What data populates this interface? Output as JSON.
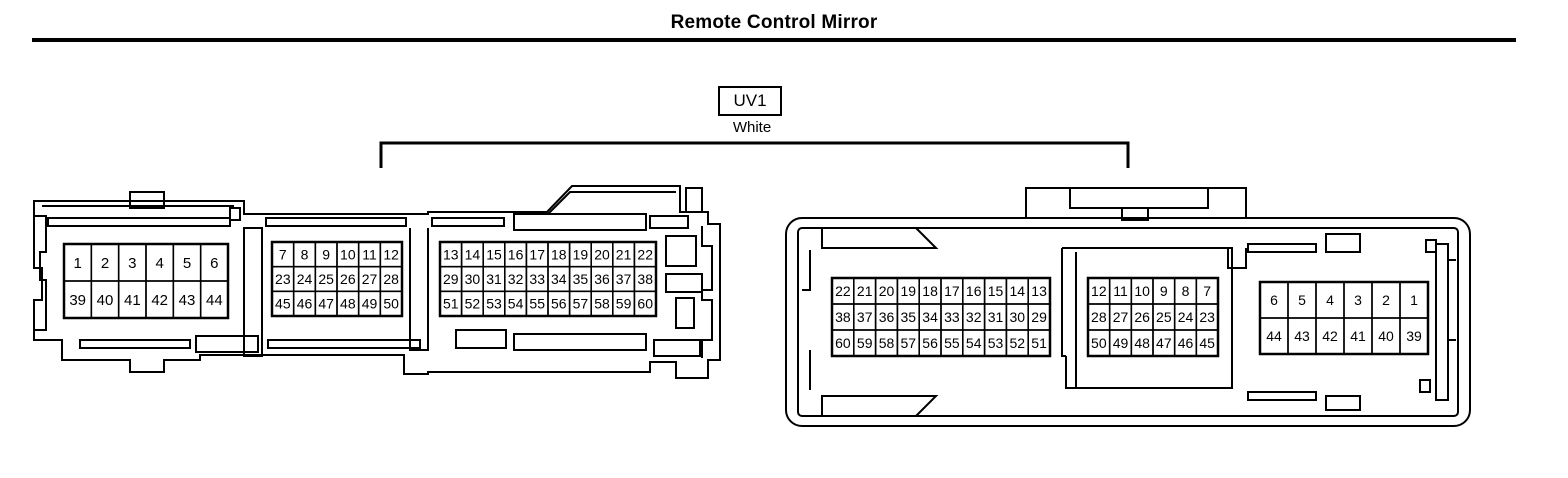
{
  "title": "Remote Control Mirror",
  "connector": {
    "code": "UV1",
    "color": "White"
  },
  "connectors": [
    {
      "name": "male-connector",
      "groups": [
        {
          "rows": [
            [
              "1",
              "2",
              "3",
              "4",
              "5",
              "6"
            ],
            [
              "39",
              "40",
              "41",
              "42",
              "43",
              "44"
            ]
          ]
        },
        {
          "rows": [
            [
              "7",
              "8",
              "9",
              "10",
              "11",
              "12"
            ],
            [
              "23",
              "24",
              "25",
              "26",
              "27",
              "28"
            ],
            [
              "45",
              "46",
              "47",
              "48",
              "49",
              "50"
            ]
          ]
        },
        {
          "rows": [
            [
              "13",
              "14",
              "15",
              "16",
              "17",
              "18",
              "19",
              "20",
              "21",
              "22"
            ],
            [
              "29",
              "30",
              "31",
              "32",
              "33",
              "34",
              "35",
              "36",
              "37",
              "38"
            ],
            [
              "51",
              "52",
              "53",
              "54",
              "55",
              "56",
              "57",
              "58",
              "59",
              "60"
            ]
          ]
        }
      ]
    },
    {
      "name": "female-connector",
      "groups": [
        {
          "rows": [
            [
              "22",
              "21",
              "20",
              "19",
              "18",
              "17",
              "16",
              "15",
              "14",
              "13"
            ],
            [
              "38",
              "37",
              "36",
              "35",
              "34",
              "33",
              "32",
              "31",
              "30",
              "29"
            ],
            [
              "60",
              "59",
              "58",
              "57",
              "56",
              "55",
              "54",
              "53",
              "52",
              "51"
            ]
          ]
        },
        {
          "rows": [
            [
              "12",
              "11",
              "10",
              "9",
              "8",
              "7"
            ],
            [
              "28",
              "27",
              "26",
              "25",
              "24",
              "23"
            ],
            [
              "50",
              "49",
              "48",
              "47",
              "46",
              "45"
            ]
          ]
        },
        {
          "rows": [
            [
              "6",
              "5",
              "4",
              "3",
              "2",
              "1"
            ],
            [
              "44",
              "43",
              "42",
              "41",
              "40",
              "39"
            ]
          ]
        }
      ]
    }
  ]
}
